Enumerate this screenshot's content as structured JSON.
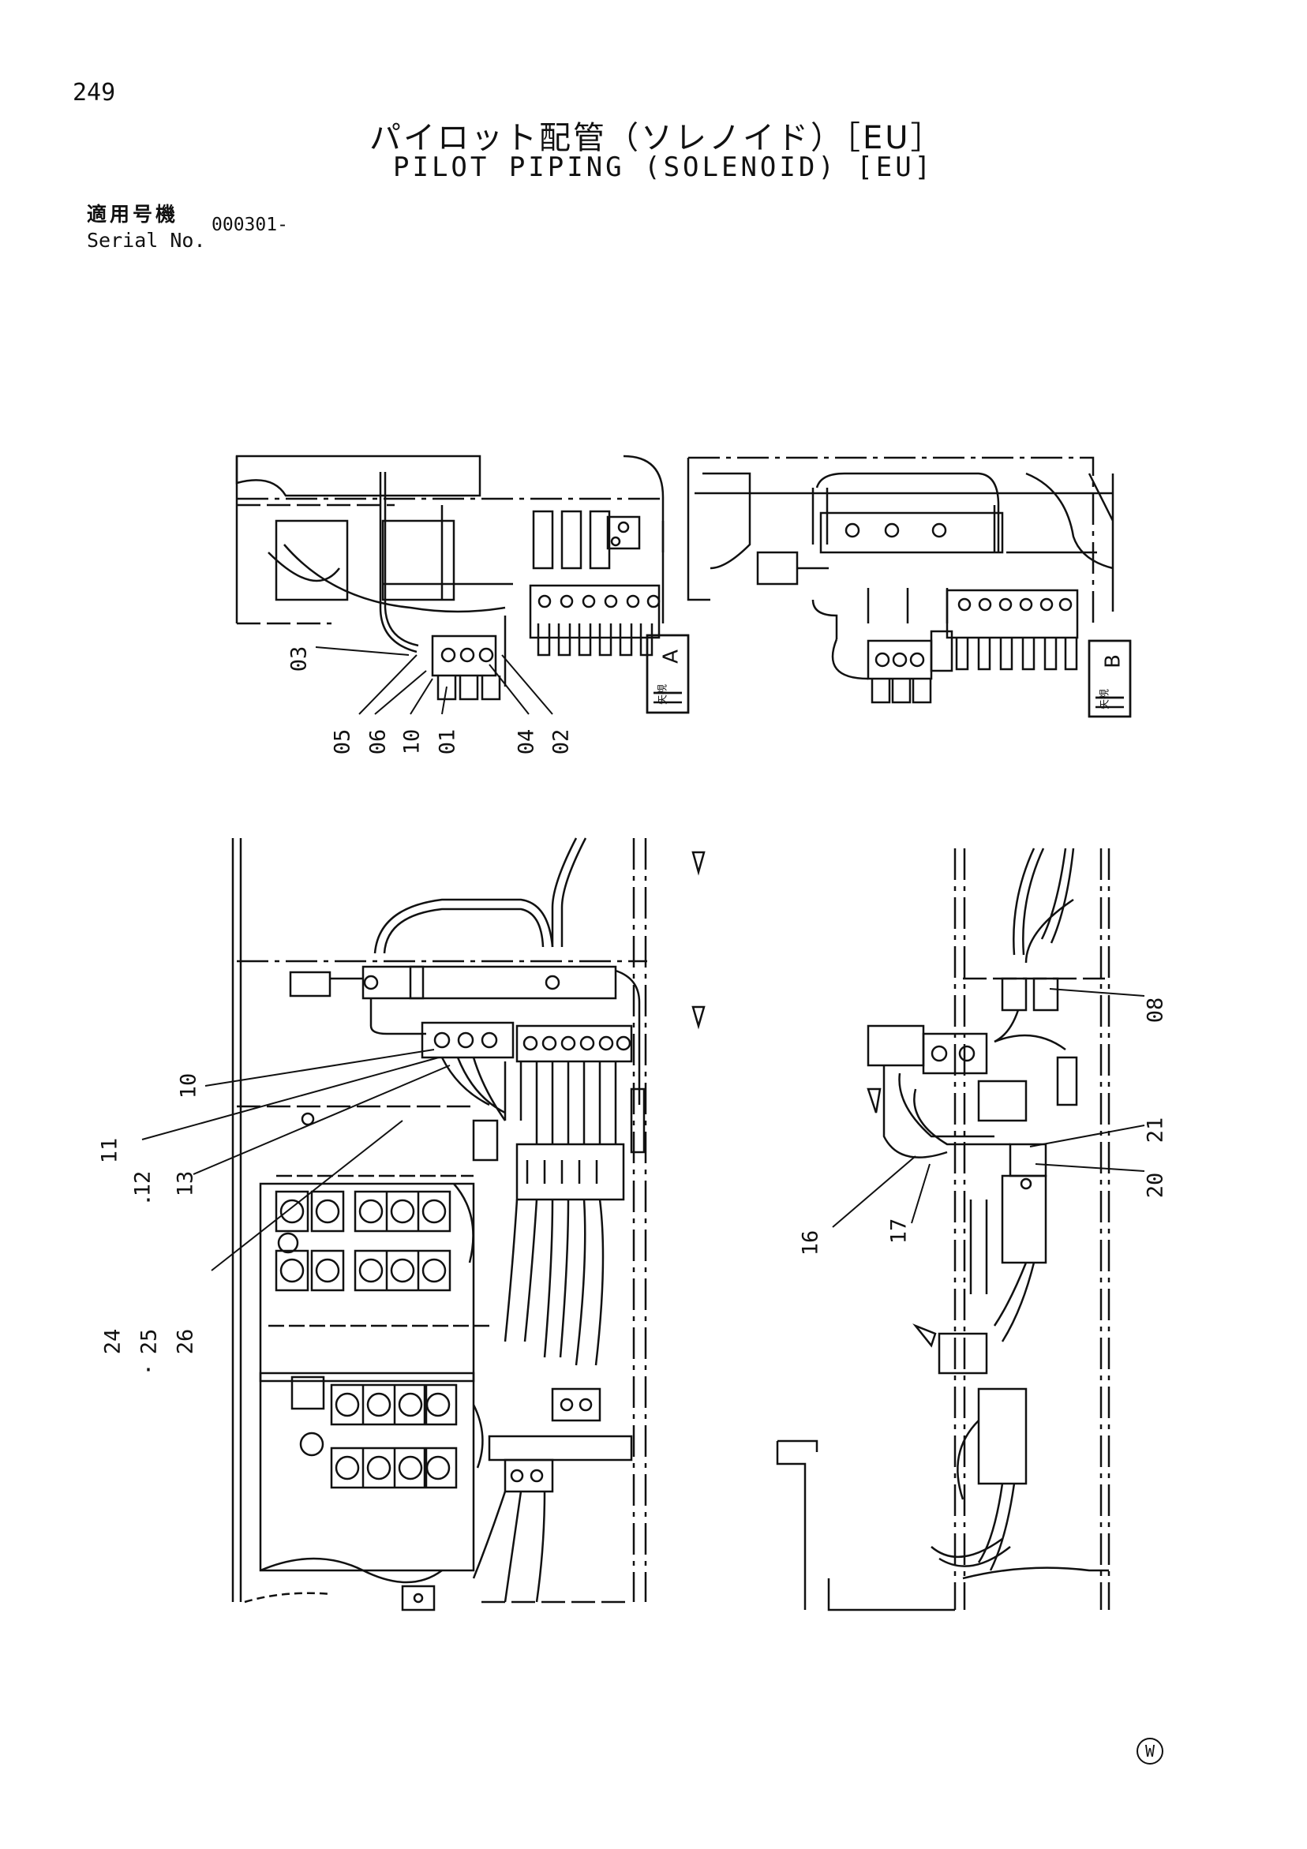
{
  "header": {
    "page_number": "249",
    "title_jp": "パイロット配管（ソレノイド）［EU］",
    "title_en": "PILOT PIPING (SOLENOID) [EU]",
    "serial_label_jp": "適用号機",
    "serial_label_en": "Serial No.",
    "serial_value": "000301-"
  },
  "views": {
    "view_a": {
      "label": "A",
      "caption": "矢視"
    },
    "view_b": {
      "label": "B",
      "caption": "矢視"
    }
  },
  "callouts": {
    "c03": "03",
    "c05": "05",
    "c06": "06",
    "c10a": "10",
    "c01": "01",
    "c04": "04",
    "c02": "02",
    "c10b": "10",
    "c11": "11",
    "c12": "12",
    "c13": "13",
    "c24": "24",
    "c25": "25",
    "c26": "26",
    "c08": "08",
    "c21": "21",
    "c20": "20",
    "c16": "16",
    "c17": "17"
  },
  "footer": {
    "mark": "W"
  }
}
